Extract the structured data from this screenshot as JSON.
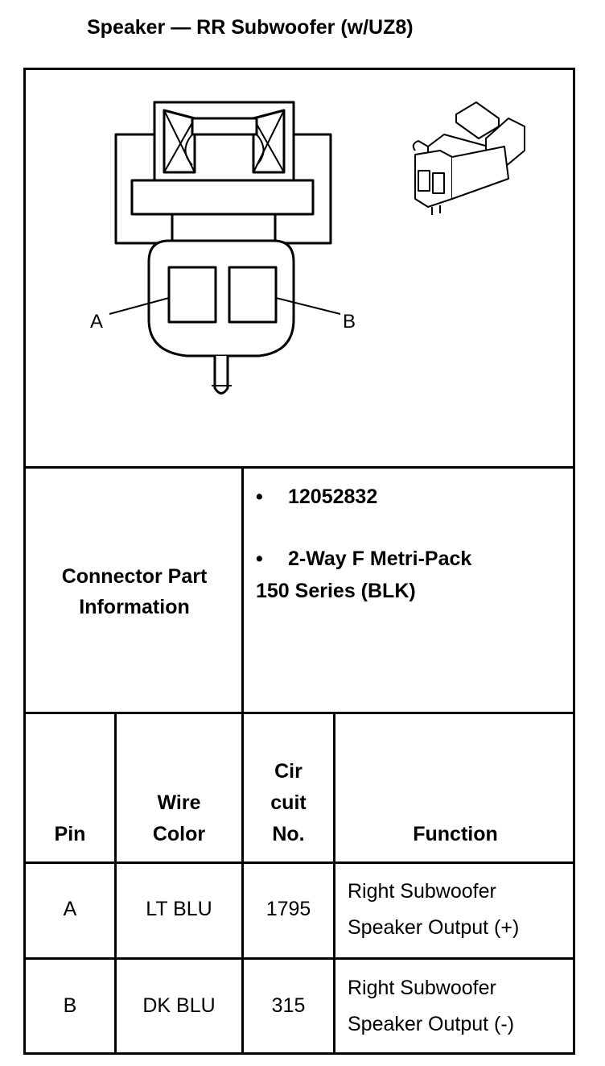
{
  "title": "Speaker — RR Subwoofer (w/UZ8)",
  "connector_figure": {
    "pin_labels": [
      "A",
      "B"
    ]
  },
  "connector_part_info": {
    "label_line1": "Connector Part",
    "label_line2": "Information",
    "bullet": "•",
    "part_number": "12052832",
    "description_line1": "2-Way F Metri-Pack",
    "description_line2": "150 Series (BLK)"
  },
  "pin_table": {
    "headers": {
      "pin": "Pin",
      "wire_color_1": "Wire",
      "wire_color_2": "Color",
      "circuit_1": "Cir",
      "circuit_2": "cuit",
      "circuit_3": "No.",
      "function": "Function"
    },
    "rows": [
      {
        "pin": "A",
        "wire_color": "LT BLU",
        "circuit": "1795",
        "function_line1": "Right Subwoofer",
        "function_line2": "Speaker Output (+)"
      },
      {
        "pin": "B",
        "wire_color": "DK BLU",
        "circuit": "315",
        "function_line1": "Right Subwoofer",
        "function_line2": "Speaker Output (-)"
      }
    ]
  }
}
